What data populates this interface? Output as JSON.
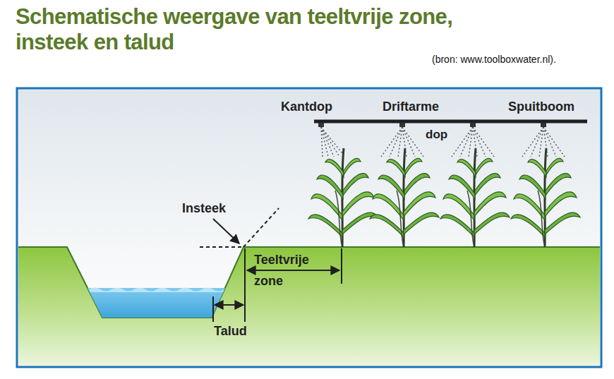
{
  "diagram": {
    "title": "Schematische weergave van teeltvrije zone, insteek en talud",
    "caption": "(bron: www.toolboxwater.nl).",
    "labels": [
      "Kantdop",
      "Driftarme",
      "dop",
      "Spuitboom",
      "Insteek",
      "Teeltvrije zone",
      "Talud"
    ]
  }
}
